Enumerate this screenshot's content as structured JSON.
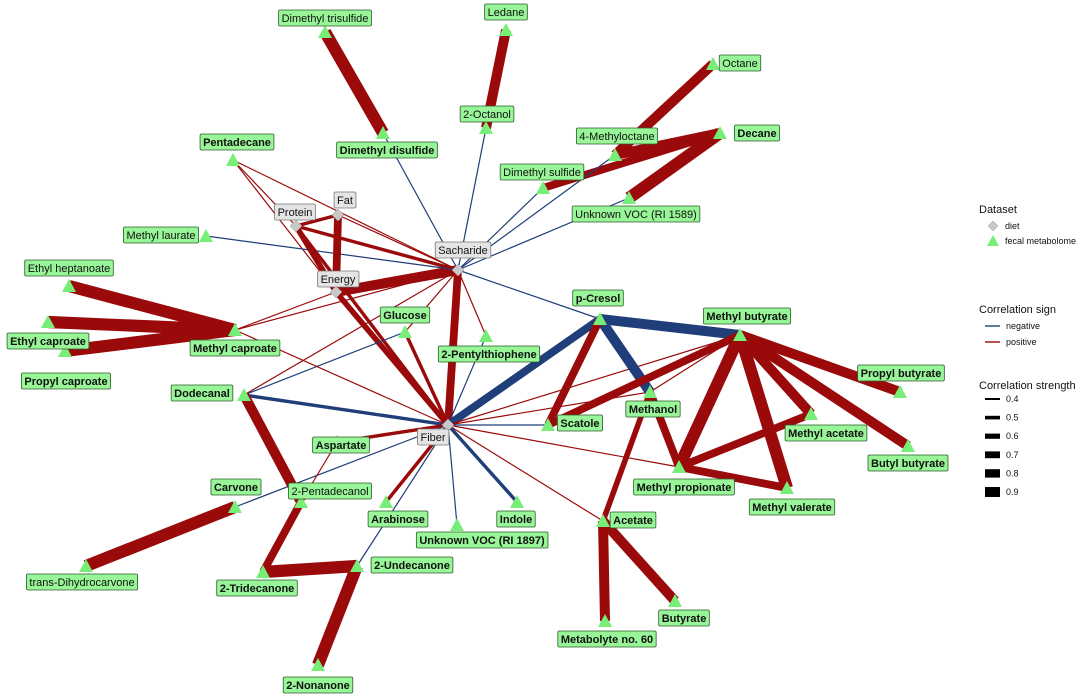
{
  "colors": {
    "positive": "#9b0a0a",
    "negative": "#1f3e7a",
    "metabolite_fill": "#98f598",
    "metabolite_marker": "#77ee77",
    "diet_fill": "#e4e4e4",
    "diet_marker": "#c8c8c8"
  },
  "nodes": [
    {
      "id": "dimethyl-trisulfide",
      "label": "Dimethyl trisulfide",
      "type": "metabolite",
      "bold": false
    },
    {
      "id": "ledane",
      "label": "Ledane",
      "type": "metabolite",
      "bold": false
    },
    {
      "id": "octane",
      "label": "Octane",
      "type": "metabolite",
      "bold": false
    },
    {
      "id": "2-octanol",
      "label": "2-Octanol",
      "type": "metabolite",
      "bold": false
    },
    {
      "id": "4-methyloctane",
      "label": "4-Methyloctane",
      "type": "metabolite",
      "bold": false
    },
    {
      "id": "decane",
      "label": "Decane",
      "type": "metabolite",
      "bold": true
    },
    {
      "id": "pentadecane",
      "label": "Pentadecane",
      "type": "metabolite",
      "bold": true
    },
    {
      "id": "dimethyl-disulfide",
      "label": "Dimethyl disulfide",
      "type": "metabolite",
      "bold": true
    },
    {
      "id": "dimethyl-sulfide",
      "label": "Dimethyl sulfide",
      "type": "metabolite",
      "bold": false
    },
    {
      "id": "fat",
      "label": "Fat",
      "type": "diet",
      "bold": false
    },
    {
      "id": "protein",
      "label": "Protein",
      "type": "diet",
      "bold": false
    },
    {
      "id": "unknown-1589",
      "label": "Unknown VOC (RI 1589)",
      "type": "metabolite",
      "bold": false
    },
    {
      "id": "methyl-laurate",
      "label": "Methyl laurate",
      "type": "metabolite",
      "bold": false
    },
    {
      "id": "saccharide",
      "label": "Sacharide",
      "type": "diet",
      "bold": false
    },
    {
      "id": "ethyl-heptanoate",
      "label": "Ethyl heptanoate",
      "type": "metabolite",
      "bold": false
    },
    {
      "id": "energy",
      "label": "Energy",
      "type": "diet",
      "bold": false
    },
    {
      "id": "p-cresol",
      "label": "p-Cresol",
      "type": "metabolite",
      "bold": true
    },
    {
      "id": "methyl-butyrate",
      "label": "Methyl butyrate",
      "type": "metabolite",
      "bold": true
    },
    {
      "id": "glucose",
      "label": "Glucose",
      "type": "metabolite",
      "bold": true
    },
    {
      "id": "ethyl-caproate",
      "label": "Ethyl caproate",
      "type": "metabolite",
      "bold": true
    },
    {
      "id": "methyl-caproate",
      "label": "Methyl caproate",
      "type": "metabolite",
      "bold": true
    },
    {
      "id": "2-pentylthiophene",
      "label": "2-Pentylthiophene",
      "type": "metabolite",
      "bold": true
    },
    {
      "id": "propyl-caproate",
      "label": "Propyl caproate",
      "type": "metabolite",
      "bold": true
    },
    {
      "id": "propyl-butyrate",
      "label": "Propyl butyrate",
      "type": "metabolite",
      "bold": true
    },
    {
      "id": "dodecanal",
      "label": "Dodecanal",
      "type": "metabolite",
      "bold": true
    },
    {
      "id": "methanol",
      "label": "Methanol",
      "type": "metabolite",
      "bold": true
    },
    {
      "id": "scatole",
      "label": "Scatole",
      "type": "metabolite",
      "bold": true
    },
    {
      "id": "methyl-acetate",
      "label": "Methyl acetate",
      "type": "metabolite",
      "bold": true
    },
    {
      "id": "fiber",
      "label": "Fiber",
      "type": "diet",
      "bold": false
    },
    {
      "id": "aspartate",
      "label": "Aspartate",
      "type": "metabolite",
      "bold": true
    },
    {
      "id": "butyl-butyrate",
      "label": "Butyl butyrate",
      "type": "metabolite",
      "bold": true
    },
    {
      "id": "methyl-propionate",
      "label": "Methyl propionate",
      "type": "metabolite",
      "bold": true
    },
    {
      "id": "carvone",
      "label": "Carvone",
      "type": "metabolite",
      "bold": true
    },
    {
      "id": "2-pentadecanol",
      "label": "2-Pentadecanol",
      "type": "metabolite",
      "bold": false
    },
    {
      "id": "methyl-valerate",
      "label": "Methyl valerate",
      "type": "metabolite",
      "bold": true
    },
    {
      "id": "arabinose",
      "label": "Arabinose",
      "type": "metabolite",
      "bold": true
    },
    {
      "id": "indole",
      "label": "Indole",
      "type": "metabolite",
      "bold": true
    },
    {
      "id": "acetate",
      "label": "Acetate",
      "type": "metabolite",
      "bold": true
    },
    {
      "id": "unknown-1897",
      "label": "Unknown VOC (RI 1897)",
      "type": "metabolite",
      "bold": true
    },
    {
      "id": "trans-dihydrocarvone",
      "label": "trans-Dihydrocarvone",
      "type": "metabolite",
      "bold": false
    },
    {
      "id": "2-tridecanone",
      "label": "2-Tridecanone",
      "type": "metabolite",
      "bold": true
    },
    {
      "id": "2-undecanone",
      "label": "2-Undecanone",
      "type": "metabolite",
      "bold": true
    },
    {
      "id": "butyrate",
      "label": "Butyrate",
      "type": "metabolite",
      "bold": true
    },
    {
      "id": "metabolyte-60",
      "label": "Metabolyte no. 60",
      "type": "metabolite",
      "bold": true
    },
    {
      "id": "2-nonanone",
      "label": "2-Nonanone",
      "type": "metabolite",
      "bold": true
    }
  ],
  "edges": [
    {
      "source": "dimethyl-trisulfide",
      "target": "dimethyl-disulfide",
      "sign": "positive",
      "strength": 0.9
    },
    {
      "source": "ledane",
      "target": "2-octanol",
      "sign": "positive",
      "strength": 0.8
    },
    {
      "source": "octane",
      "target": "4-methyloctane",
      "sign": "positive",
      "strength": 0.8
    },
    {
      "source": "decane",
      "target": "4-methyloctane",
      "sign": "positive",
      "strength": 0.8
    },
    {
      "source": "decane",
      "target": "unknown-1589",
      "sign": "positive",
      "strength": 0.9
    },
    {
      "source": "decane",
      "target": "dimethyl-sulfide",
      "sign": "positive",
      "strength": 0.7
    },
    {
      "source": "saccharide",
      "target": "dimethyl-disulfide",
      "sign": "negative",
      "strength": 0.4
    },
    {
      "source": "saccharide",
      "target": "2-octanol",
      "sign": "negative",
      "strength": 0.4
    },
    {
      "source": "saccharide",
      "target": "4-methyloctane",
      "sign": "negative",
      "strength": 0.4
    },
    {
      "source": "saccharide",
      "target": "dimethyl-sulfide",
      "sign": "negative",
      "strength": 0.4
    },
    {
      "source": "saccharide",
      "target": "unknown-1589",
      "sign": "negative",
      "strength": 0.4
    },
    {
      "source": "saccharide",
      "target": "pentadecane",
      "sign": "positive",
      "strength": 0.4
    },
    {
      "source": "saccharide",
      "target": "protein",
      "sign": "positive",
      "strength": 0.5
    },
    {
      "source": "saccharide",
      "target": "fat",
      "sign": "positive",
      "strength": 0.4
    },
    {
      "source": "saccharide",
      "target": "energy",
      "sign": "positive",
      "strength": 0.8
    },
    {
      "source": "saccharide",
      "target": "methyl-caproate",
      "sign": "positive",
      "strength": 0.4
    },
    {
      "source": "saccharide",
      "target": "fiber",
      "sign": "positive",
      "strength": 0.7
    },
    {
      "source": "saccharide",
      "target": "glucose",
      "sign": "positive",
      "strength": 0.4
    },
    {
      "source": "saccharide",
      "target": "2-pentylthiophene",
      "sign": "positive",
      "strength": 0.4
    },
    {
      "source": "saccharide",
      "target": "p-cresol",
      "sign": "negative",
      "strength": 0.4
    },
    {
      "source": "saccharide",
      "target": "dodecanal",
      "sign": "positive",
      "strength": 0.4
    },
    {
      "source": "pentadecane",
      "target": "protein",
      "sign": "positive",
      "strength": 0.4
    },
    {
      "source": "pentadecane",
      "target": "energy",
      "sign": "positive",
      "strength": 0.4
    },
    {
      "source": "methyl-laurate",
      "target": "saccharide",
      "sign": "negative",
      "strength": 0.4
    },
    {
      "source": "protein",
      "target": "energy",
      "sign": "positive",
      "strength": 0.6
    },
    {
      "source": "protein",
      "target": "fiber",
      "sign": "positive",
      "strength": 0.5
    },
    {
      "source": "fat",
      "target": "energy",
      "sign": "positive",
      "strength": 0.7
    },
    {
      "source": "fat",
      "target": "protein",
      "sign": "positive",
      "strength": 0.5
    },
    {
      "source": "energy",
      "target": "fiber",
      "sign": "positive",
      "strength": 0.6
    },
    {
      "source": "ethyl-heptanoate",
      "target": "methyl-caproate",
      "sign": "positive",
      "strength": 0.9
    },
    {
      "source": "ethyl-caproate",
      "target": "methyl-caproate",
      "sign": "positive",
      "strength": 0.9
    },
    {
      "source": "propyl-caproate",
      "target": "methyl-caproate",
      "sign": "positive",
      "strength": 0.9
    },
    {
      "source": "methyl-caproate",
      "target": "energy",
      "sign": "positive",
      "strength": 0.4
    },
    {
      "source": "glucose",
      "target": "dodecanal",
      "sign": "negative",
      "strength": 0.4
    },
    {
      "source": "fiber",
      "target": "dodecanal",
      "sign": "negative",
      "strength": 0.5
    },
    {
      "source": "fiber",
      "target": "glucose",
      "sign": "positive",
      "strength": 0.5
    },
    {
      "source": "fiber",
      "target": "2-pentylthiophene",
      "sign": "negative",
      "strength": 0.4
    },
    {
      "source": "fiber",
      "target": "p-cresol",
      "sign": "negative",
      "strength": 0.7
    },
    {
      "source": "fiber",
      "target": "methyl-butyrate",
      "sign": "positive",
      "strength": 0.4
    },
    {
      "source": "fiber",
      "target": "methanol",
      "sign": "positive",
      "strength": 0.4
    },
    {
      "source": "fiber",
      "target": "scatole",
      "sign": "negative",
      "strength": 0.4
    },
    {
      "source": "fiber",
      "target": "methyl-propionate",
      "sign": "positive",
      "strength": 0.4
    },
    {
      "source": "fiber",
      "target": "acetate",
      "sign": "positive",
      "strength": 0.4
    },
    {
      "source": "fiber",
      "target": "indole",
      "sign": "negative",
      "strength": 0.5
    },
    {
      "source": "fiber",
      "target": "unknown-1897",
      "sign": "negative",
      "strength": 0.4
    },
    {
      "source": "fiber",
      "target": "arabinose",
      "sign": "positive",
      "strength": 0.5
    },
    {
      "source": "fiber",
      "target": "aspartate",
      "sign": "positive",
      "strength": 0.5
    },
    {
      "source": "fiber",
      "target": "2-undecanone",
      "sign": "negative",
      "strength": 0.4
    },
    {
      "source": "fiber",
      "target": "carvone",
      "sign": "negative",
      "strength": 0.4
    },
    {
      "source": "fiber",
      "target": "methyl-caproate",
      "sign": "positive",
      "strength": 0.4
    },
    {
      "source": "dodecanal",
      "target": "2-pentadecanol",
      "sign": "positive",
      "strength": 0.8
    },
    {
      "source": "p-cresol",
      "target": "methyl-butyrate",
      "sign": "negative",
      "strength": 0.8
    },
    {
      "source": "p-cresol",
      "target": "methanol",
      "sign": "negative",
      "strength": 0.8
    },
    {
      "source": "p-cresol",
      "target": "scatole",
      "sign": "positive",
      "strength": 0.7
    },
    {
      "source": "methyl-butyrate",
      "target": "propyl-butyrate",
      "sign": "positive",
      "strength": 0.8
    },
    {
      "source": "methyl-butyrate",
      "target": "methyl-acetate",
      "sign": "positive",
      "strength": 0.8
    },
    {
      "source": "methyl-butyrate",
      "target": "butyl-butyrate",
      "sign": "positive",
      "strength": 0.8
    },
    {
      "source": "methyl-butyrate",
      "target": "methyl-valerate",
      "sign": "positive",
      "strength": 0.9
    },
    {
      "source": "methyl-butyrate",
      "target": "methyl-propionate",
      "sign": "positive",
      "strength": 0.9
    },
    {
      "source": "methyl-butyrate",
      "target": "methanol",
      "sign": "positive",
      "strength": 0.4
    },
    {
      "source": "methyl-butyrate",
      "target": "scatole",
      "sign": "positive",
      "strength": 0.7
    },
    {
      "source": "methanol",
      "target": "methyl-propionate",
      "sign": "positive",
      "strength": 0.7
    },
    {
      "source": "methanol",
      "target": "acetate",
      "sign": "positive",
      "strength": 0.6
    },
    {
      "source": "methyl-propionate",
      "target": "methyl-valerate",
      "sign": "positive",
      "strength": 0.7
    },
    {
      "source": "methyl-propionate",
      "target": "methyl-acetate",
      "sign": "positive",
      "strength": 0.7
    },
    {
      "source": "acetate",
      "target": "butyrate",
      "sign": "positive",
      "strength": 0.8
    },
    {
      "source": "acetate",
      "target": "metabolyte-60",
      "sign": "positive",
      "strength": 0.8
    },
    {
      "source": "carvone",
      "target": "trans-dihydrocarvone",
      "sign": "positive",
      "strength": 0.9
    },
    {
      "source": "2-pentadecanol",
      "target": "2-tridecanone",
      "sign": "positive",
      "strength": 0.7
    },
    {
      "source": "2-tridecanone",
      "target": "2-undecanone",
      "sign": "positive",
      "strength": 0.9
    },
    {
      "source": "2-undecanone",
      "target": "2-nonanone",
      "sign": "positive",
      "strength": 0.9
    },
    {
      "source": "2-pentadecanol",
      "target": "aspartate",
      "sign": "positive",
      "strength": 0.4
    }
  ],
  "legend": {
    "dataset_title": "Dataset",
    "dataset_items": [
      {
        "label": "diet",
        "shape": "diamond"
      },
      {
        "label": "fecal metabolome",
        "shape": "triangle"
      }
    ],
    "sign_title": "Correlation sign",
    "sign_items": [
      {
        "label": "negative",
        "sign": "negative"
      },
      {
        "label": "positive",
        "sign": "positive"
      }
    ],
    "strength_title": "Correlation strength",
    "strength_items": [
      "0.4",
      "0.5",
      "0.6",
      "0.7",
      "0.8",
      "0.9"
    ]
  }
}
